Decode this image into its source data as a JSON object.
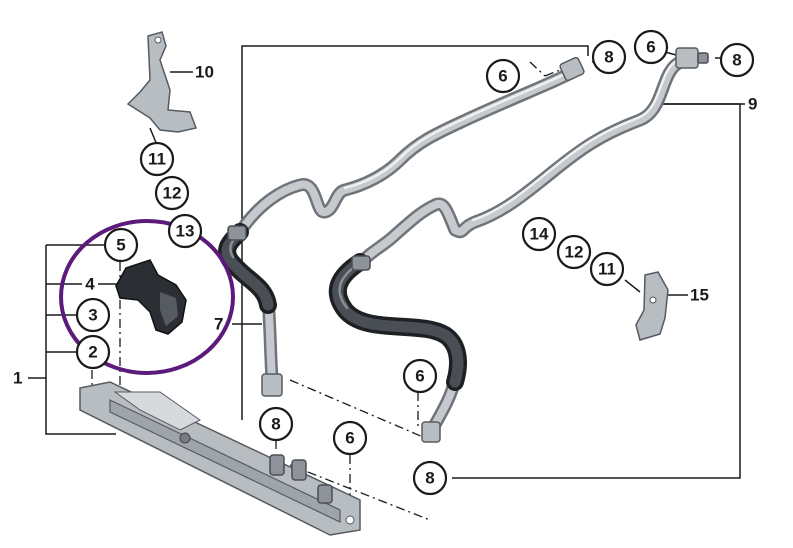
{
  "callouts": {
    "c10": "10",
    "c11a": "11",
    "c12a": "12",
    "c13": "13",
    "c5": "5",
    "c4": "4",
    "c3": "3",
    "c2": "2",
    "c1": "1",
    "c7": "7",
    "c6a": "6",
    "c8a": "8",
    "c6b": "6",
    "c8b": "8",
    "c9": "9",
    "c14": "14",
    "c12b": "12",
    "c11b": "11",
    "c15": "15",
    "c6c": "6",
    "c8c": "8",
    "c6d": "6",
    "c8d": "8"
  },
  "colors": {
    "highlight_ring": "#5c1b7a",
    "pipe": "#c6cace",
    "hose": "#4a4f55"
  }
}
